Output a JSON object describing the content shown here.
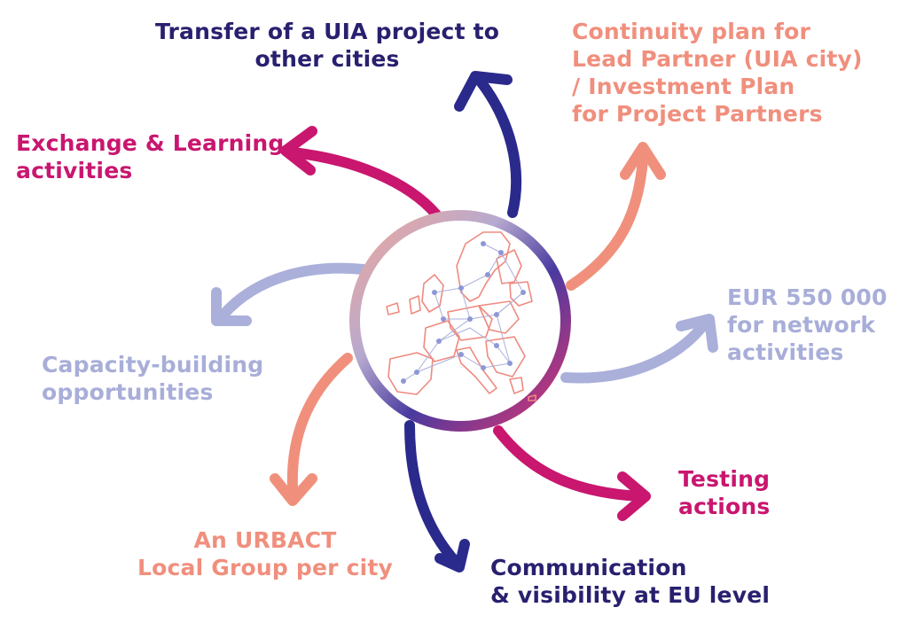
{
  "colors": {
    "navy": "#2a2a8c",
    "magenta": "#c9166f",
    "salmon": "#f0907c",
    "lavender": "#aab0da",
    "map": "#ef8a80"
  },
  "labels": {
    "transfer": [
      "Transfer of a UIA project to",
      "other cities"
    ],
    "continuity": [
      "Continuity plan for",
      "Lead Partner (UIA city)",
      "/ Investment Plan",
      "for Project Partners"
    ],
    "exchange": [
      "Exchange & Learning",
      "activities"
    ],
    "eur": [
      "EUR 550 000",
      "for network",
      "activities"
    ],
    "capacity": [
      "Capacity-building",
      "opportunities"
    ],
    "testing": [
      "Testing",
      "actions"
    ],
    "urbact": [
      "An URBACT",
      "Local Group per city"
    ],
    "communication": [
      "Communication",
      "& visibility at EU level"
    ]
  },
  "center": {
    "icon": "europe-network-map-icon"
  }
}
